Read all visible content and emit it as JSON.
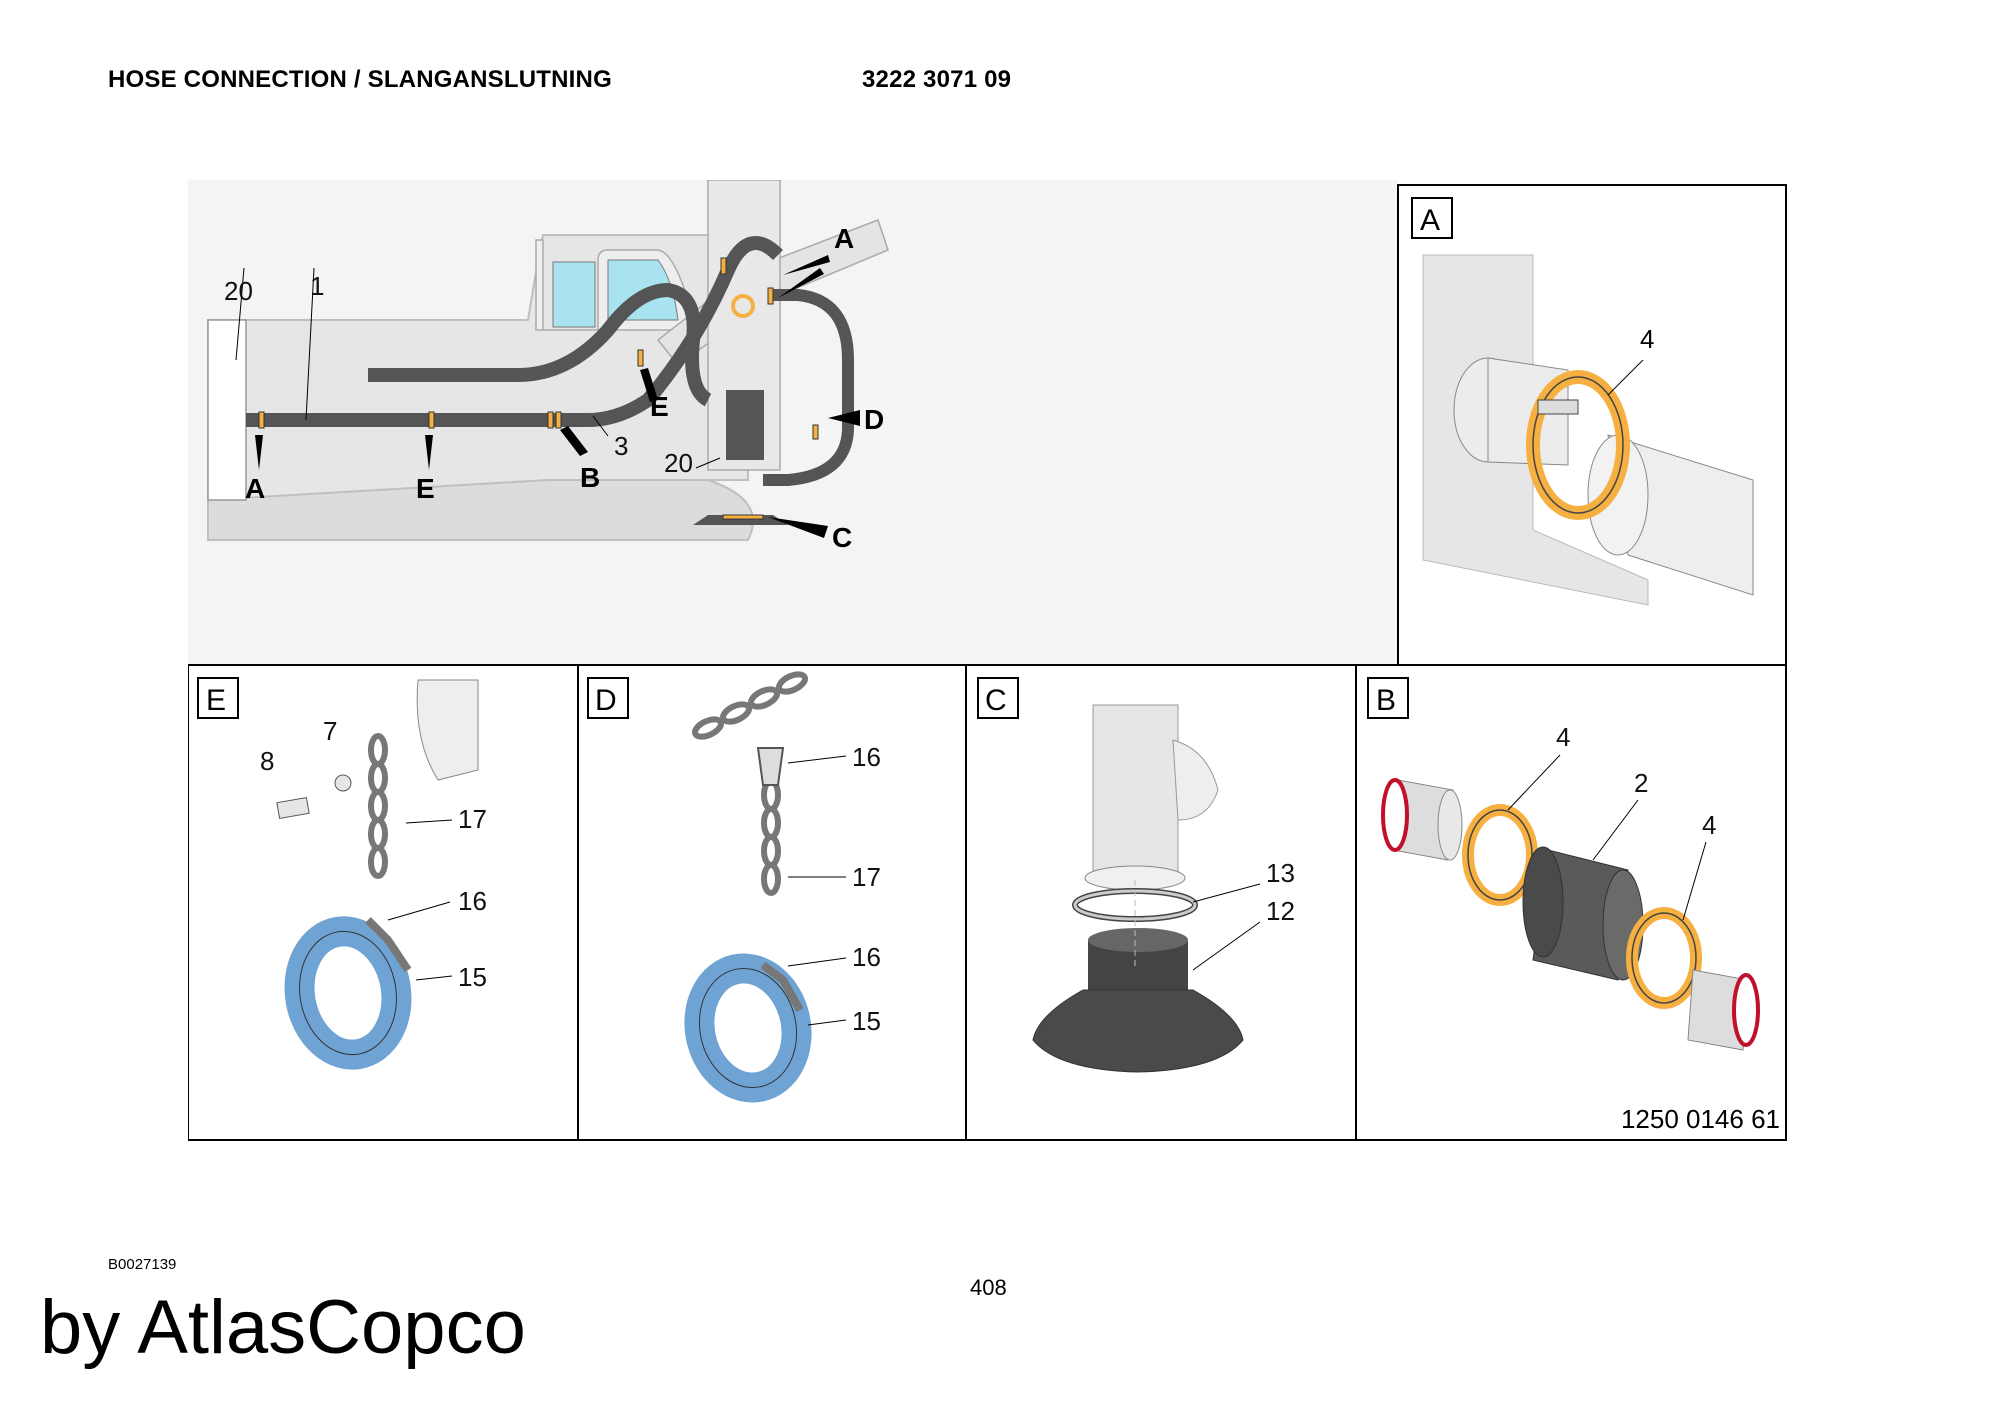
{
  "header": {
    "title": "HOSE CONNECTION / SLANGANSLUTNING",
    "part_number": "3222 3071 09"
  },
  "overview": {
    "callouts": [
      "20",
      "1",
      "A",
      "E",
      "B",
      "3",
      "E",
      "20",
      "A",
      "D",
      "C"
    ]
  },
  "panels": {
    "A": {
      "label": "A",
      "callouts": [
        "4"
      ]
    },
    "E": {
      "label": "E",
      "callouts": [
        "7",
        "8",
        "17",
        "16",
        "15"
      ]
    },
    "D": {
      "label": "D",
      "callouts": [
        "16",
        "17",
        "16",
        "15"
      ]
    },
    "C": {
      "label": "C",
      "callouts": [
        "13",
        "12"
      ]
    },
    "B": {
      "label": "B",
      "callouts": [
        "4",
        "2",
        "4"
      ],
      "drawing_number": "1250 0146 61"
    }
  },
  "footer": {
    "doc_id": "B0027139",
    "page": "408",
    "brand": "by AtlasCopco"
  },
  "colors": {
    "clamp": "#f5b041",
    "hose": "#555555",
    "ring": "#6ea3d4",
    "machine": "#e6e6e6",
    "glass": "#a9e3ef"
  }
}
